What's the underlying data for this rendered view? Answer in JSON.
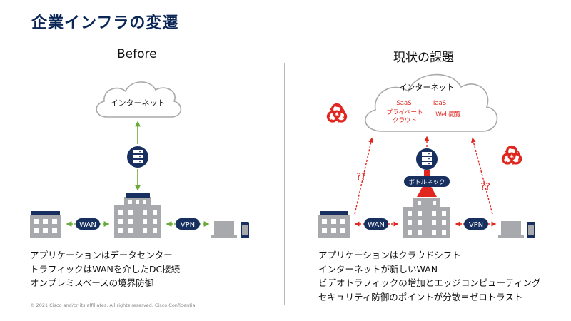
{
  "title": "企業インフラの変遷",
  "before": {
    "heading": "Before",
    "cloud_label": "インターネット",
    "wan_label": "WAN",
    "vpn_label": "VPN",
    "bullets": [
      "アプリケーションはデータセンター",
      "トラフィックはWANを介したDC接続",
      "オンプレミスベースの境界防御"
    ]
  },
  "current": {
    "heading": "現状の課題",
    "cloud_label": "インターネット",
    "cloud_services": {
      "saas": "SaaS",
      "iaas": "IaaS",
      "private_cloud_line1": "プライベート",
      "private_cloud_line2": "クラウド",
      "web": "Web閲覧"
    },
    "bottleneck_label": "ボトルネック",
    "question_marks": "??",
    "wan_label": "WAN",
    "vpn_label": "VPN",
    "bullets": [
      "アプリケーションはクラウドシフト",
      "インターネットが新しいWAN",
      "ビデオトラフィックの増加とエッジコンピューティング",
      "セキュリティ防御のポイントが分散＝ゼロトラスト"
    ]
  },
  "footer": "© 2021  Cisco and/or its affiliates.  All rights reserved.   Cisco Confidential",
  "colors": {
    "title": "#0b2756",
    "navy": "#17305f",
    "green_arrow": "#6aaa3a",
    "red": "#e0261f",
    "building_gray": "#a7a9ac",
    "cloud_stroke": "#a7a9ac"
  }
}
